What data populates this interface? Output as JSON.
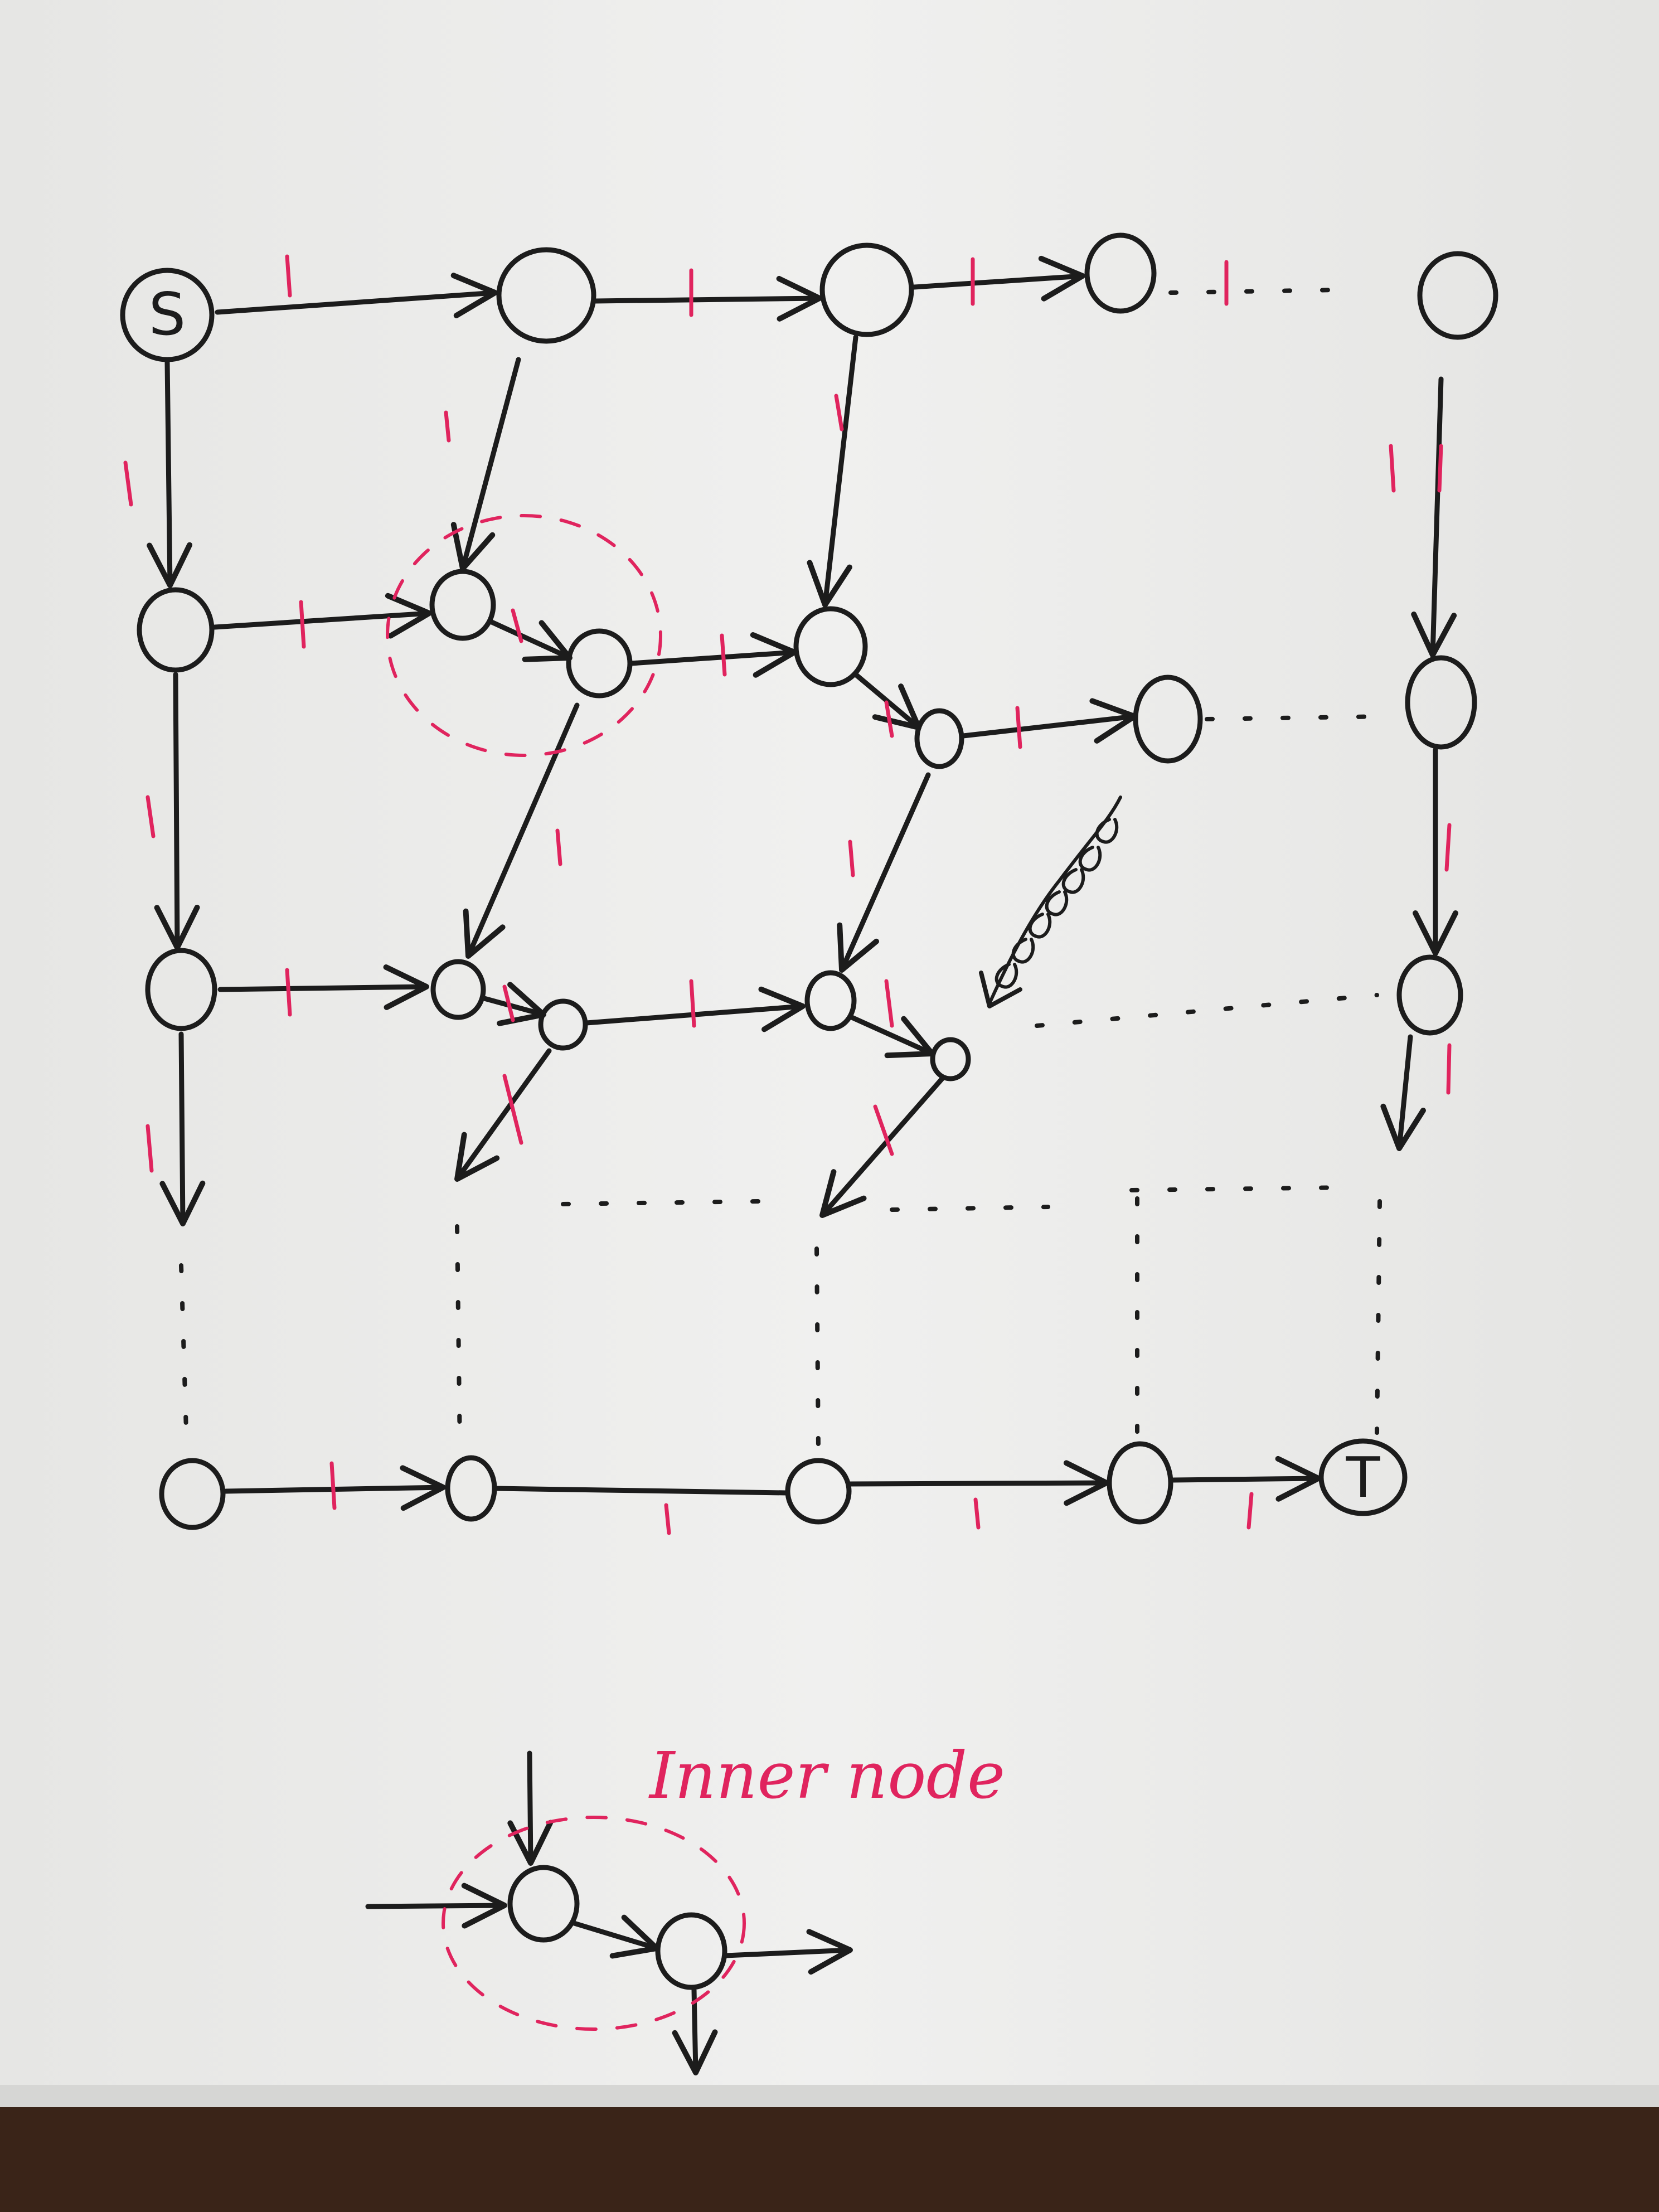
{
  "diagram": {
    "source_label": "S",
    "sink_label": "T",
    "edge_capacity_mark": "1",
    "legend_title": "Inner node"
  },
  "colors": {
    "paper": "#ededec",
    "ink": "#1c1c1c",
    "annotation": "#e0245e",
    "table": "#3a2418"
  }
}
